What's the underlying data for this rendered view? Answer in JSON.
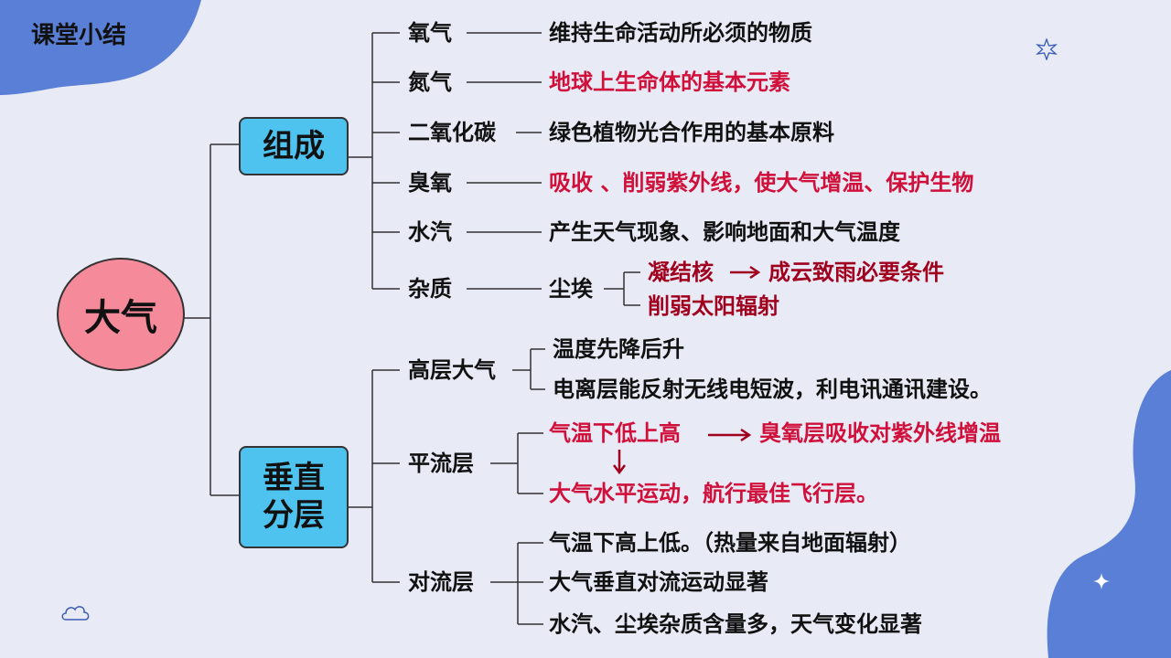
{
  "section_title": "课堂小结",
  "root": "大气",
  "composition": {
    "label": "组成",
    "items": [
      {
        "name": "氧气",
        "desc": "维持生命活动所必须的物质"
      },
      {
        "name": "氮气",
        "desc": "地球上生命体的基本元素"
      },
      {
        "name": "二氧化碳",
        "desc": "绿色植物光合作用的基本原料"
      },
      {
        "name": "臭氧",
        "desc": "吸收 、削弱紫外线，使大气增温、保护生物"
      },
      {
        "name": "水汽",
        "desc": "产生天气现象、影响地面和大气温度"
      },
      {
        "name": "杂质",
        "sub": "尘埃",
        "details": [
          "凝结核",
          "成云致雨必要条件",
          "削弱太阳辐射"
        ]
      }
    ]
  },
  "layers": {
    "label_line1": "垂直",
    "label_line2": "分层",
    "upper": {
      "name": "高层大气",
      "points": [
        "温度先降后升",
        "电离层能反射无线电短波，利电讯通讯建设。"
      ]
    },
    "stratosphere": {
      "name": "平流层",
      "points": [
        "气温下低上高",
        "臭氧层吸收对紫外线增温",
        "大气水平运动，航行最佳飞行层。"
      ]
    },
    "troposphere": {
      "name": "对流层",
      "points": [
        "气温下高上低。（热量来自地面辐射）",
        "大气垂直对流运动显著",
        "水汽、尘埃杂质含量多，天气变化显著"
      ]
    }
  },
  "colors": {
    "background": "#e8eaf6",
    "blob": "#5a7fd6",
    "root_fill": "#f48a9a",
    "box_fill": "#4fc3ef",
    "highlight_red": "#d0103a",
    "highlight_dark_red": "#a0001e"
  }
}
